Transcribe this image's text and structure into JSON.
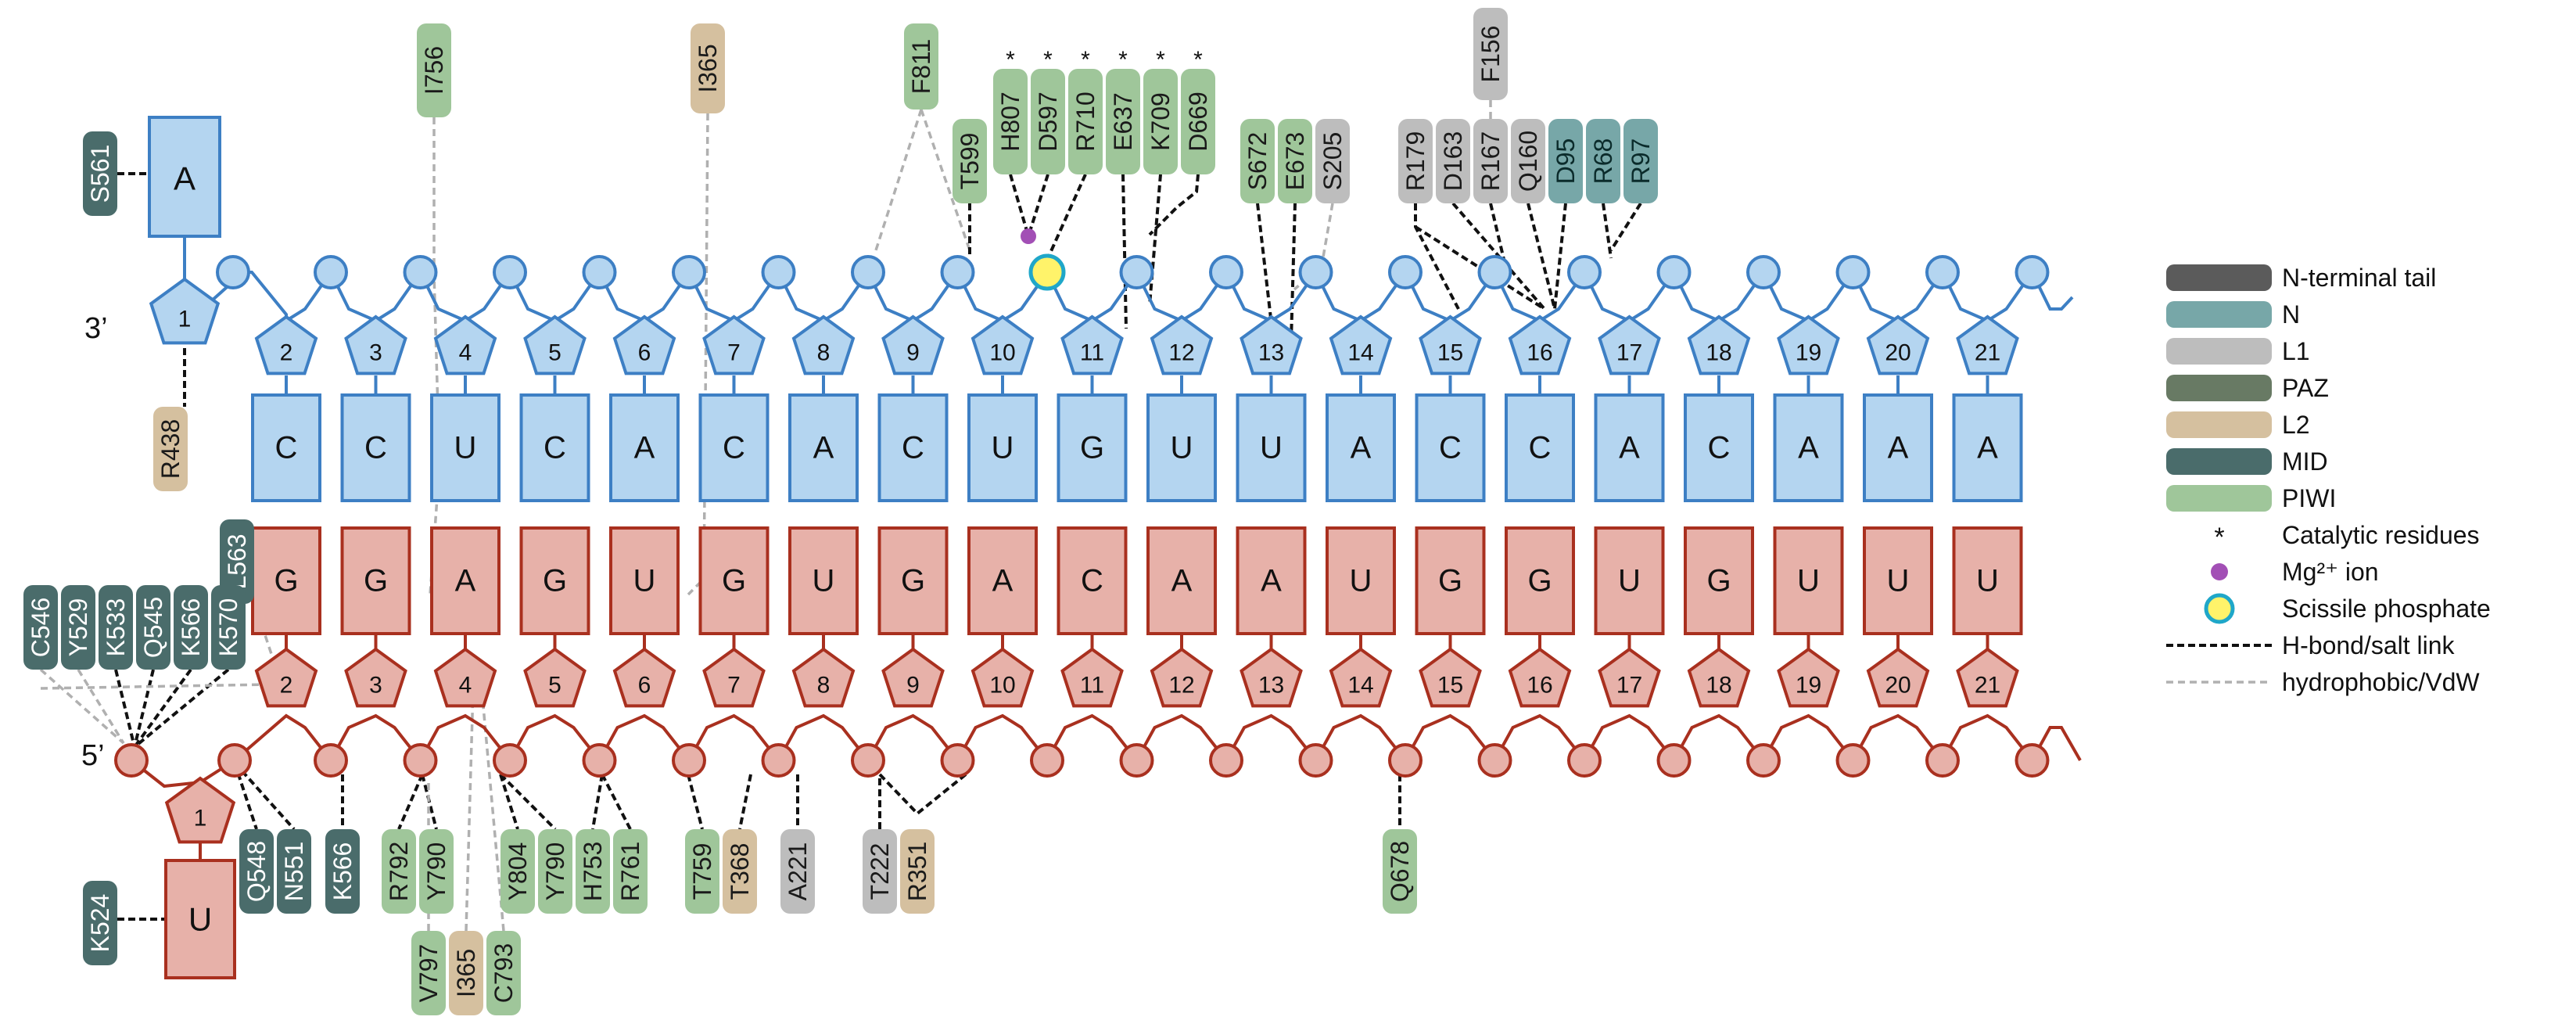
{
  "colors": {
    "target": "#3d7fc4",
    "target_fill": "#b4d5f0",
    "guide": "#a9301f",
    "guide_fill": "#e7b1a9",
    "hbond": "#111111",
    "vdw": "#b0b0b0",
    "mg": "#a24fb5",
    "scissile_fill": "#fff36a",
    "scissile_stroke": "#1fa7c9",
    "domains": {
      "N-terminal tail": "#5b5b5b",
      "N": "#77a7a8",
      "L1": "#bdbdbd",
      "PAZ": "#687a64",
      "L2": "#d5c09f",
      "MID": "#4a6c6b",
      "PIWI": "#9fc69a"
    }
  },
  "labels": {
    "three_prime": "3’",
    "five_prime": "5’"
  },
  "target": {
    "positions": [
      "1",
      "2",
      "3",
      "4",
      "5",
      "6",
      "7",
      "8",
      "9",
      "10",
      "11",
      "12",
      "13",
      "14",
      "15",
      "16",
      "17",
      "18",
      "19",
      "20",
      "21"
    ],
    "bases": [
      "A",
      "C",
      "C",
      "U",
      "C",
      "A",
      "C",
      "A",
      "C",
      "U",
      "G",
      "U",
      "U",
      "A",
      "C",
      "C",
      "A",
      "C",
      "A",
      "A",
      "A"
    ]
  },
  "guide": {
    "positions": [
      "1",
      "2",
      "3",
      "4",
      "5",
      "6",
      "7",
      "8",
      "9",
      "10",
      "11",
      "12",
      "13",
      "14",
      "15",
      "16",
      "17",
      "18",
      "19",
      "20",
      "21"
    ],
    "bases": [
      "U",
      "G",
      "G",
      "A",
      "G",
      "U",
      "G",
      "U",
      "G",
      "A",
      "C",
      "A",
      "A",
      "U",
      "G",
      "G",
      "U",
      "G",
      "U",
      "U",
      "U"
    ]
  },
  "residues_top": [
    {
      "label": "S561",
      "domain": "MID"
    },
    {
      "label": "R438",
      "domain": "L2"
    },
    {
      "label": "I756",
      "domain": "PIWI"
    },
    {
      "label": "I365",
      "domain": "L2"
    },
    {
      "label": "F811",
      "domain": "PIWI"
    },
    {
      "label": "T599",
      "domain": "PIWI"
    },
    {
      "label": "H807",
      "domain": "PIWI",
      "star": "*"
    },
    {
      "label": "D597",
      "domain": "PIWI",
      "star": "*"
    },
    {
      "label": "R710",
      "domain": "PIWI",
      "star": "*"
    },
    {
      "label": "E637",
      "domain": "PIWI",
      "star": "*"
    },
    {
      "label": "K709",
      "domain": "PIWI",
      "star": "*"
    },
    {
      "label": "D669",
      "domain": "PIWI",
      "star": "*"
    },
    {
      "label": "S672",
      "domain": "PIWI"
    },
    {
      "label": "E673",
      "domain": "PIWI"
    },
    {
      "label": "S205",
      "domain": "L1"
    },
    {
      "label": "R179",
      "domain": "L1"
    },
    {
      "label": "D163",
      "domain": "L1"
    },
    {
      "label": "F156",
      "domain": "L1"
    },
    {
      "label": "R167",
      "domain": "L1"
    },
    {
      "label": "Q160",
      "domain": "L1"
    },
    {
      "label": "D95",
      "domain": "N"
    },
    {
      "label": "R68",
      "domain": "N"
    },
    {
      "label": "R97",
      "domain": "N"
    }
  ],
  "residues_bottom": [
    {
      "label": "L563",
      "domain": "MID"
    },
    {
      "label": "C546",
      "domain": "MID"
    },
    {
      "label": "Y529",
      "domain": "MID"
    },
    {
      "label": "K533",
      "domain": "MID"
    },
    {
      "label": "Q545",
      "domain": "MID"
    },
    {
      "label": "K566",
      "domain": "MID"
    },
    {
      "label": "K570",
      "domain": "MID"
    },
    {
      "label": "K524",
      "domain": "MID"
    },
    {
      "label": "Q548",
      "domain": "MID"
    },
    {
      "label": "N551",
      "domain": "MID"
    },
    {
      "label": "K566",
      "domain": "MID"
    },
    {
      "label": "R792",
      "domain": "PIWI"
    },
    {
      "label": "Y790",
      "domain": "PIWI"
    },
    {
      "label": "V797",
      "domain": "PIWI"
    },
    {
      "label": "I365",
      "domain": "L2"
    },
    {
      "label": "C793",
      "domain": "PIWI"
    },
    {
      "label": "Y804",
      "domain": "PIWI"
    },
    {
      "label": "Y790",
      "domain": "PIWI"
    },
    {
      "label": "H753",
      "domain": "PIWI"
    },
    {
      "label": "R761",
      "domain": "PIWI"
    },
    {
      "label": "T759",
      "domain": "PIWI"
    },
    {
      "label": "T368",
      "domain": "L2"
    },
    {
      "label": "A221",
      "domain": "L1"
    },
    {
      "label": "T222",
      "domain": "L1"
    },
    {
      "label": "R351",
      "domain": "L2"
    },
    {
      "label": "Q678",
      "domain": "PIWI"
    }
  ],
  "legend": [
    {
      "label": "N-terminal tail",
      "domain": "N-terminal tail",
      "symbol": "box"
    },
    {
      "label": "N",
      "domain": "N",
      "symbol": "box"
    },
    {
      "label": "L1",
      "domain": "L1",
      "symbol": "box"
    },
    {
      "label": "PAZ",
      "domain": "PAZ",
      "symbol": "box"
    },
    {
      "label": "L2",
      "domain": "L2",
      "symbol": "box"
    },
    {
      "label": "MID",
      "domain": "MID",
      "symbol": "box"
    },
    {
      "label": "PIWI",
      "domain": "PIWI",
      "symbol": "box"
    },
    {
      "label": "Catalytic residues",
      "symbol": "star",
      "glyph": "*"
    },
    {
      "label": "Mg²⁺ ion",
      "symbol": "mg"
    },
    {
      "label": "Scissile phosphate",
      "symbol": "scissile"
    },
    {
      "label": "H-bond/salt link",
      "symbol": "hbond"
    },
    {
      "label": "hydrophobic/VdW",
      "symbol": "vdw"
    }
  ]
}
